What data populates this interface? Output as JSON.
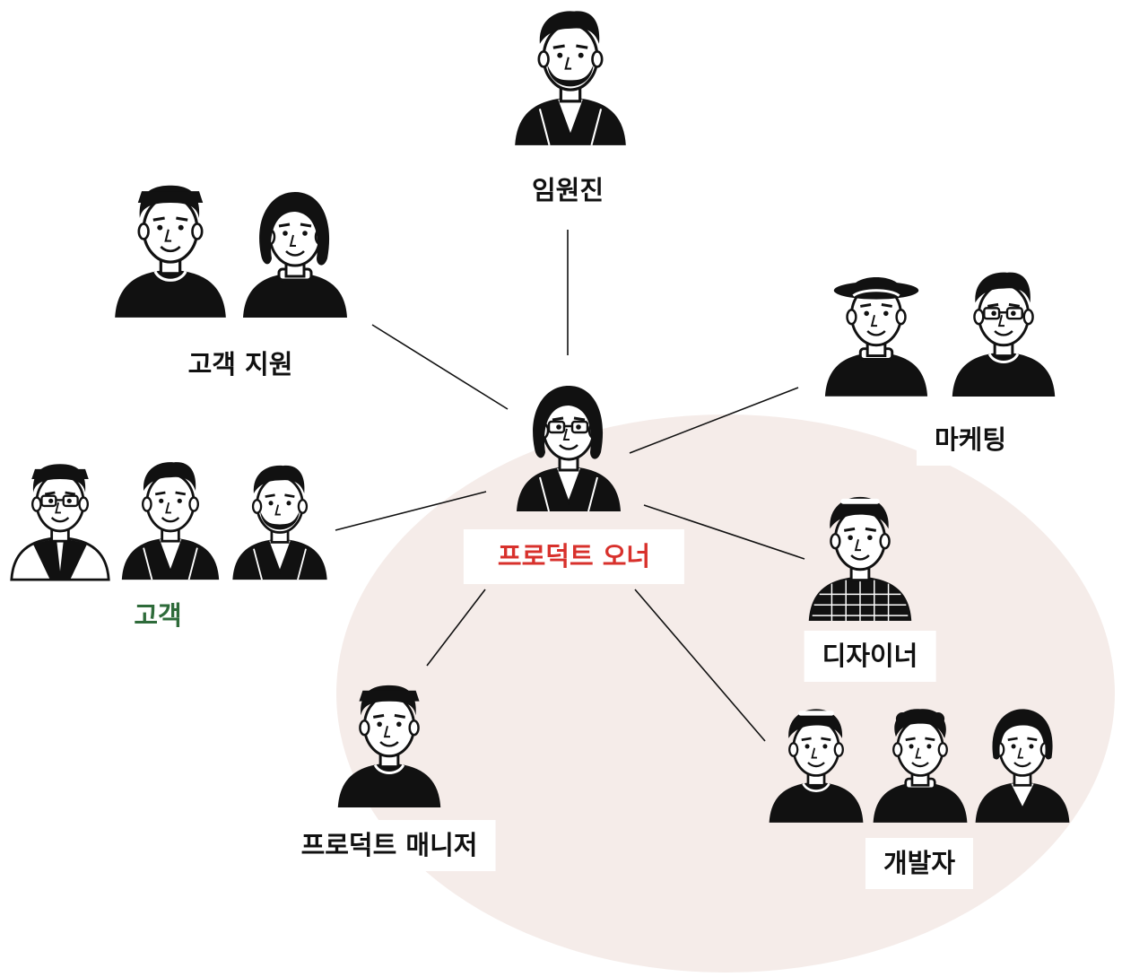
{
  "colors": {
    "ink": "#111111",
    "owner_label": "#d8312c",
    "customer_label": "#2e6b3a",
    "team_area": "#f5ece9"
  },
  "nodes": {
    "executives": {
      "label": "임원진"
    },
    "customer_support": {
      "label": "고객 지원"
    },
    "marketing": {
      "label": "마케팅"
    },
    "product_owner": {
      "label": "프로덕트 오너"
    },
    "customers": {
      "label": "고객"
    },
    "designer": {
      "label": "디자이너"
    },
    "product_manager": {
      "label": "프로덕트 매니저"
    },
    "developers": {
      "label": "개발자"
    }
  },
  "connections": [
    [
      "product_owner",
      "executives"
    ],
    [
      "product_owner",
      "customer_support"
    ],
    [
      "product_owner",
      "marketing"
    ],
    [
      "product_owner",
      "customers"
    ],
    [
      "product_owner",
      "designer"
    ],
    [
      "product_owner",
      "product_manager"
    ],
    [
      "product_owner",
      "developers"
    ]
  ],
  "icons": {
    "person": "person-illustration-icon"
  }
}
